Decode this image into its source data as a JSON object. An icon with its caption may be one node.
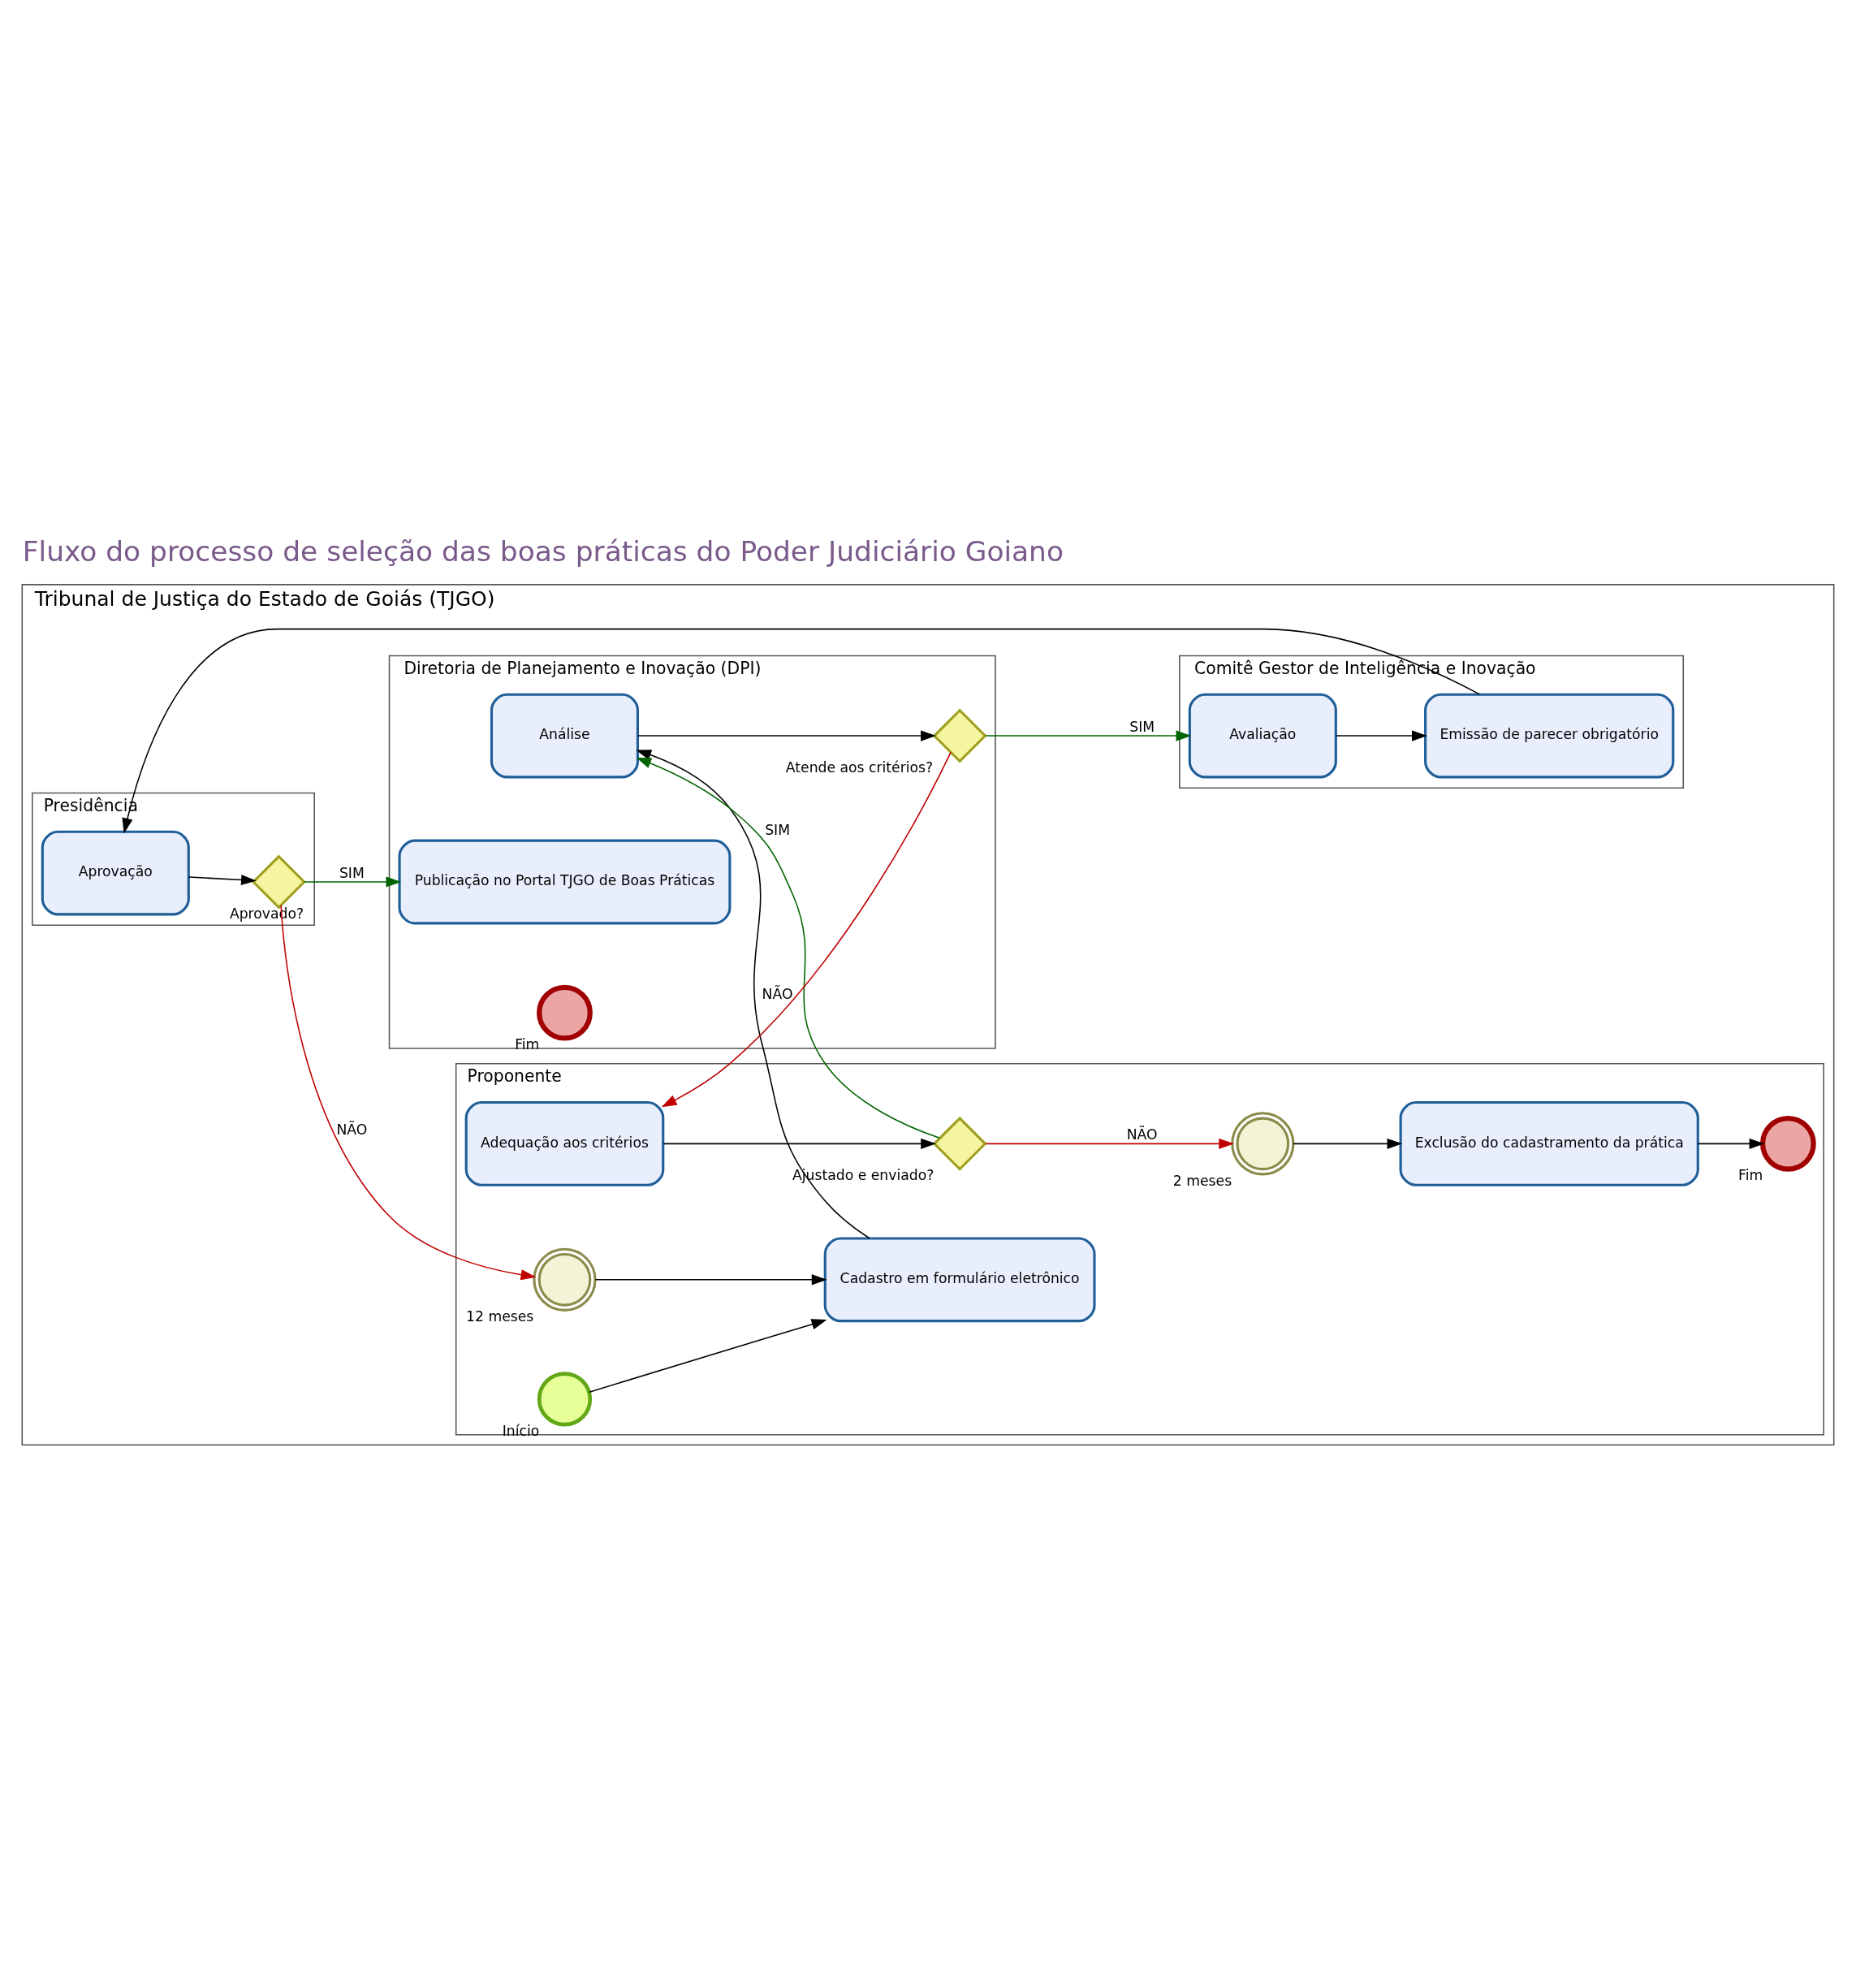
{
  "diagram": {
    "title": "Fluxo do processo de seleção das boas práticas do Poder Judiciário Goiano",
    "nodes": [
      {
        "text": [
          "Tribunal de Justiça do Estado de Goiás (TJGO)"
        ]
      },
      {
        "text": [
          "Proponente"
        ],
        "in": 0
      },
      {
        "text": [
          "Diretoria de Planejamento e Inovação (DPI)"
        ],
        "in": 0
      },
      {
        "text": [
          "Comitê Gestor de Inteligência e Inovação"
        ],
        "in": 0
      },
      {
        "text": [
          "Presidência"
        ],
        "in": 0
      },
      {
        "text": [],
        "shape": "circle",
        "beside": [
          "Início"
        ],
        "in": 1
      },
      {
        "text": [
          "Cadastro em formulário eletrônico"
        ],
        "in": 1
      },
      {
        "text": [],
        "shape": "circle",
        "beside": [
          "12 meses"
        ],
        "in": 1
      },
      {
        "text": [
          "Adequação aos critérios"
        ],
        "in": 1
      },
      {
        "text": [],
        "shape": "diamond",
        "beside": [
          "Ajustado e enviado?"
        ],
        "in": 1
      },
      {
        "text": [],
        "shape": "circle",
        "beside": [
          "2 meses"
        ],
        "in": 1
      },
      {
        "text": [
          "Exclusão do cadastramento da prática"
        ],
        "in": 1
      },
      {
        "text": [],
        "shape": "circle",
        "beside": [
          "Fim"
        ],
        "in": 1
      },
      {
        "text": [
          "Análise"
        ],
        "in": 2
      },
      {
        "text": [],
        "shape": "diamond",
        "beside": [
          "Atende aos critérios?"
        ],
        "in": 2
      },
      {
        "text": [
          "Publicação no Portal TJGO de Boas Práticas"
        ],
        "in": 2
      },
      {
        "text": [],
        "shape": "circle",
        "beside": [
          "Fim"
        ],
        "in": 2
      },
      {
        "text": [
          "Avaliação"
        ],
        "in": 3
      },
      {
        "text": [
          "Emissão de parecer obrigatório"
        ],
        "in": 3
      },
      {
        "text": [
          "Aprovação"
        ],
        "in": 4
      },
      {
        "text": [],
        "shape": "diamond",
        "beside": [
          "Aprovado?"
        ],
        "in": 4
      }
    ],
    "edges": [
      {
        "from": 5,
        "to": 6,
        "arrow": "to"
      },
      {
        "from": 7,
        "to": 6,
        "arrow": "to"
      },
      {
        "from": 6,
        "to": 13,
        "arrow": "to"
      },
      {
        "from": 8,
        "to": 9,
        "arrow": "to"
      },
      {
        "from": 9,
        "to": 10,
        "arrow": "to",
        "label": "NÃO",
        "color": "#c00000"
      },
      {
        "from": 9,
        "to": 13,
        "arrow": "to",
        "label": "SIM",
        "color": "#006400"
      },
      {
        "from": 10,
        "to": 11,
        "arrow": "to"
      },
      {
        "from": 11,
        "to": 12,
        "arrow": "to"
      },
      {
        "from": 13,
        "to": 14,
        "arrow": "to"
      },
      {
        "from": 14,
        "to": 8,
        "arrow": "to",
        "label": "NÃO",
        "color": "#c00000"
      },
      {
        "from": 14,
        "to": 17,
        "arrow": "to",
        "label": "SIM",
        "color": "#006400"
      },
      {
        "from": 17,
        "to": 18,
        "arrow": "to"
      },
      {
        "from": 18,
        "to": 19,
        "arrow": "to"
      },
      {
        "from": 19,
        "to": 20,
        "arrow": "to"
      },
      {
        "from": 20,
        "to": 15,
        "arrow": "to",
        "label": "SIM",
        "color": "#006400"
      },
      {
        "from": 20,
        "to": 7,
        "arrow": "to",
        "label": "NÃO",
        "color": "#c00000"
      }
    ]
  }
}
